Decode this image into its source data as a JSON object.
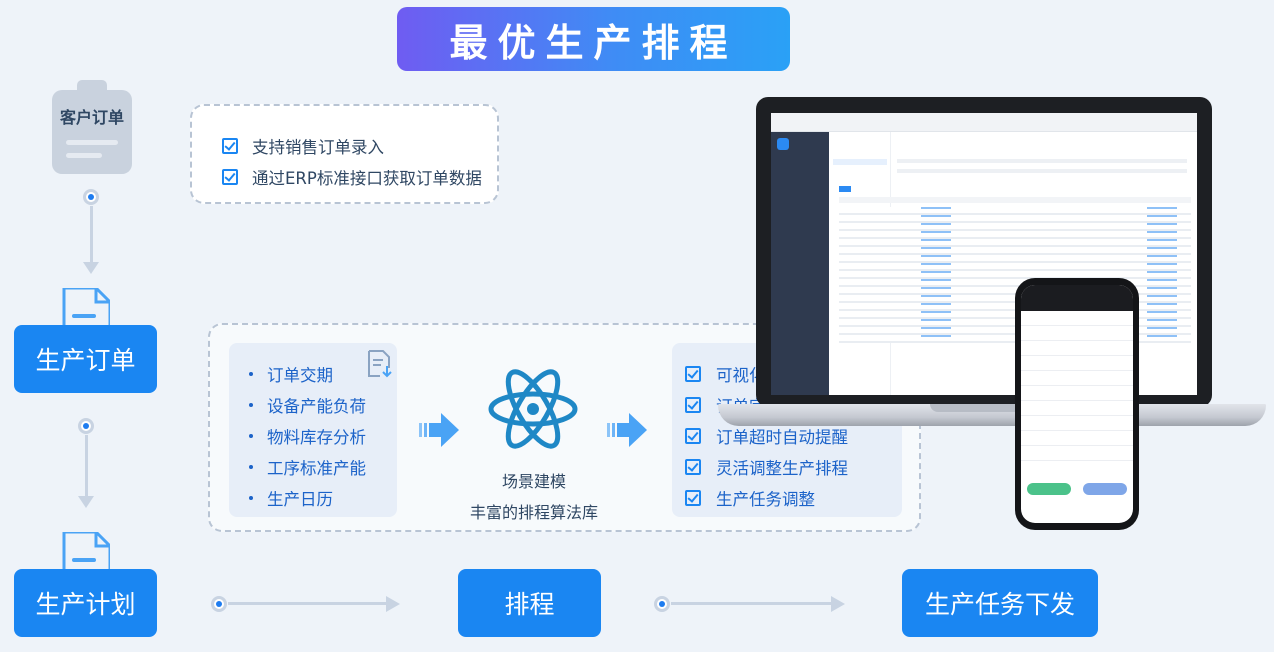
{
  "title": "最优生产排程",
  "customer_order": {
    "label": "客户订单"
  },
  "order_features": [
    "支持销售订单录入",
    "通过ERP标准接口获取订单数据"
  ],
  "production_order": {
    "label": "生产订单"
  },
  "production_plan": {
    "label": "生产计划"
  },
  "inputs": [
    "订单交期",
    "设备产能负荷",
    "物料库存分析",
    "工序标准产能",
    "生产日历"
  ],
  "model": {
    "label": "场景建模",
    "sublabel": "丰富的排程算法库"
  },
  "outputs": [
    "可视化排程界面",
    "订单完成进度实时显示",
    "订单超时自动提醒",
    "灵活调整生产排程",
    "生产任务调整"
  ],
  "scheduling": {
    "label": "排程"
  },
  "task_dispatch": {
    "label": "生产任务下发"
  },
  "colors": {
    "primary": "#1a86f2",
    "title_gradient_start": "#6f5cf2",
    "title_gradient_end": "#2aa1f6",
    "connector": "#c8d3e2"
  },
  "icons": {
    "clipboard": "clipboard-icon",
    "document": "document-icon",
    "checkbox": "checkbox-icon",
    "atom": "atom-icon",
    "import": "document-import-icon",
    "export": "document-export-icon",
    "arrow": "arrow-right-icon"
  }
}
